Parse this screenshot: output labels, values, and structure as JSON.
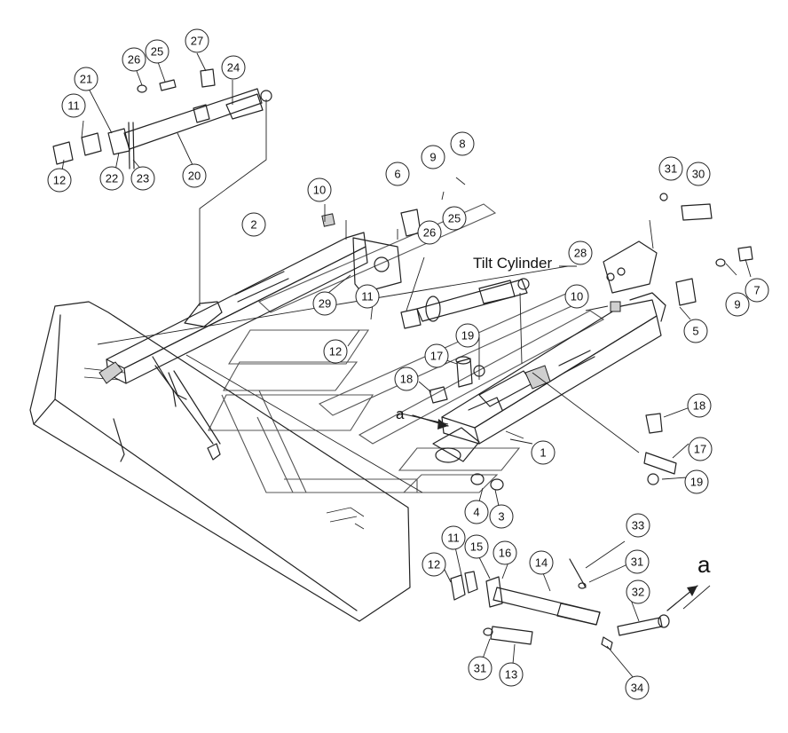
{
  "diagram": {
    "callouts": {
      "c1": "1",
      "c2": "2",
      "c3": "3",
      "c4": "4",
      "c5": "5",
      "c6": "6",
      "c7": "7",
      "c8": "8",
      "c9a": "9",
      "c9b": "9",
      "c10a": "10",
      "c10b": "10",
      "c11a": "11",
      "c11b": "11",
      "c11c": "11",
      "c12a": "12",
      "c12b": "12",
      "c12c": "12",
      "c13": "13",
      "c14": "14",
      "c15": "15",
      "c16": "16",
      "c17a": "17",
      "c17b": "17",
      "c18a": "18",
      "c18b": "18",
      "c19a": "19",
      "c19b": "19",
      "c20": "20",
      "c21": "21",
      "c22": "22",
      "c23": "23",
      "c24": "24",
      "c25a": "25",
      "c25b": "25",
      "c26a": "26",
      "c26b": "26",
      "c27": "27",
      "c28": "28",
      "c29": "29",
      "c30": "30",
      "c31a": "31",
      "c31b": "31",
      "c31c": "31",
      "c32": "32",
      "c33": "33",
      "c34": "34"
    },
    "labels": {
      "tilt_cylinder": "Tilt Cylinder",
      "view_a_marker": "a",
      "view_a_detail": "a"
    }
  }
}
